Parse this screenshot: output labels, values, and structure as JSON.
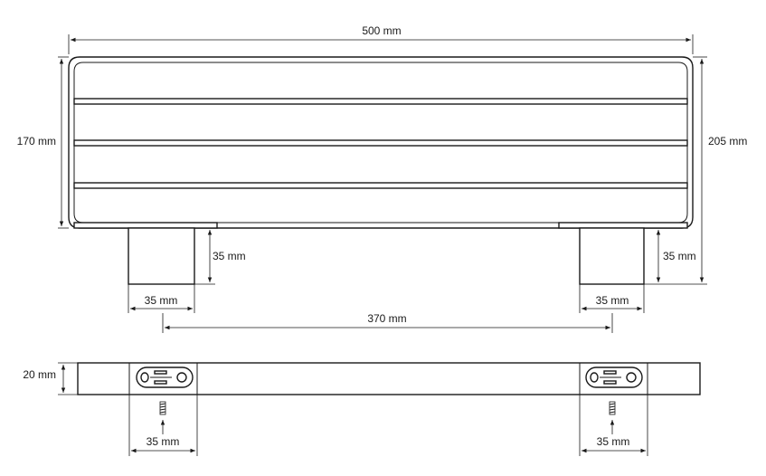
{
  "dimensions": {
    "width_total": "500 mm",
    "height_rail": "170 mm",
    "height_total": "205 mm",
    "post_height_left": "35 mm",
    "post_height_right": "35 mm",
    "post_width_left": "35 mm",
    "post_width_right": "35 mm",
    "post_spacing": "370 mm",
    "bar_depth": "20 mm",
    "bracket_width_left": "35 mm",
    "bracket_width_right": "35 mm"
  },
  "colors": {
    "line": "#1a1a1a",
    "background": "#ffffff"
  }
}
